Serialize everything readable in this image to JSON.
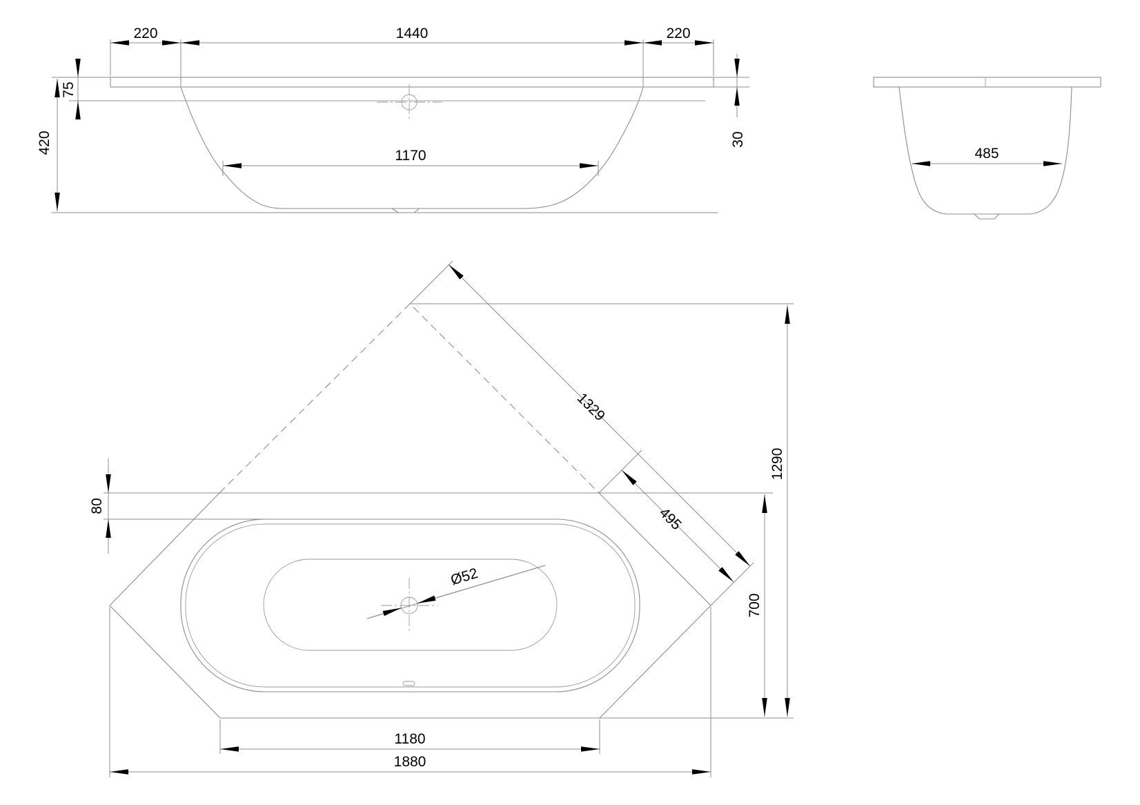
{
  "drawing": {
    "front_view": {
      "overhang_left": "220",
      "rim_span": "1440",
      "overhang_right": "220",
      "rim_to_waterline": "75",
      "height": "420",
      "rim_thickness": "30",
      "bottom_length": "1170"
    },
    "side_view": {
      "bottom_width": "485"
    },
    "plan_view": {
      "corner_edge": "1329",
      "corner_segment": "495",
      "deck_width": "80",
      "overall_depth": "1290",
      "tub_width": "700",
      "drain_diameter": "Ø52",
      "base_edge": "1180",
      "total_length": "1880"
    },
    "colors": {
      "line": "#8c8c8c",
      "arrow": "#000000",
      "background": "#ffffff"
    }
  }
}
